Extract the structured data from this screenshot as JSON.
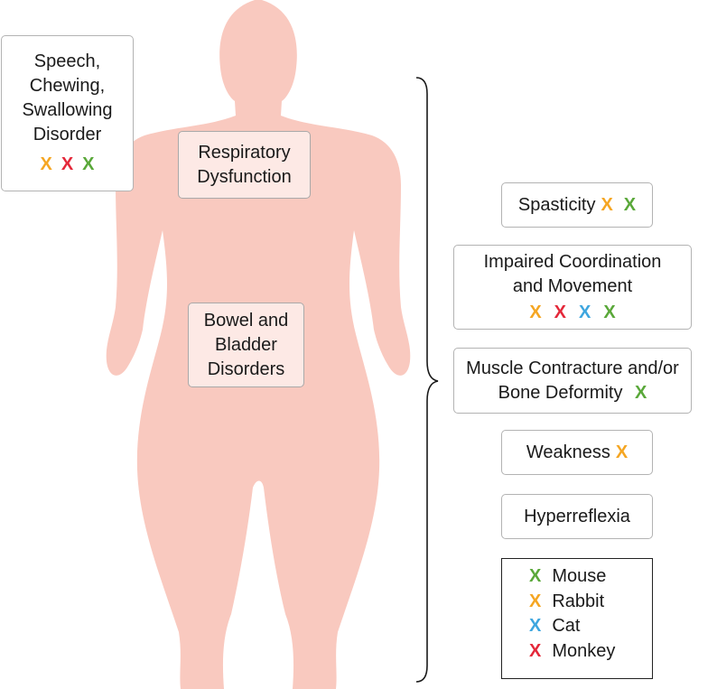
{
  "colors": {
    "body": "#f9c9bf",
    "mouse": "#5aa83a",
    "rabbit": "#f5a623",
    "cat": "#3ea6df",
    "monkey": "#e4283a"
  },
  "mark_glyph": "X",
  "boxes": {
    "speech": {
      "lines": [
        "Speech,",
        "Chewing,",
        "Swallowing",
        "Disorder"
      ],
      "species": [
        "rabbit",
        "monkey",
        "mouse"
      ]
    },
    "respiratory": {
      "lines": [
        "Respiratory",
        "Dysfunction"
      ]
    },
    "bowel": {
      "lines": [
        "Bowel and",
        "Bladder",
        "Disorders"
      ]
    },
    "spasticity": {
      "label": "Spasticity",
      "species": [
        "rabbit",
        "mouse"
      ]
    },
    "coordination": {
      "lines": [
        "Impaired Coordination",
        "and Movement"
      ],
      "species": [
        "rabbit",
        "monkey",
        "cat",
        "mouse"
      ]
    },
    "contracture": {
      "line1": "Muscle Contracture and/or",
      "line2": "Bone Deformity",
      "species": [
        "mouse"
      ]
    },
    "weakness": {
      "label": "Weakness",
      "species": [
        "rabbit"
      ]
    },
    "hyperreflexia": {
      "label": "Hyperreflexia"
    }
  },
  "legend": [
    {
      "species": "mouse",
      "label": "Mouse"
    },
    {
      "species": "rabbit",
      "label": "Rabbit"
    },
    {
      "species": "cat",
      "label": "Cat"
    },
    {
      "species": "monkey",
      "label": "Monkey"
    }
  ]
}
